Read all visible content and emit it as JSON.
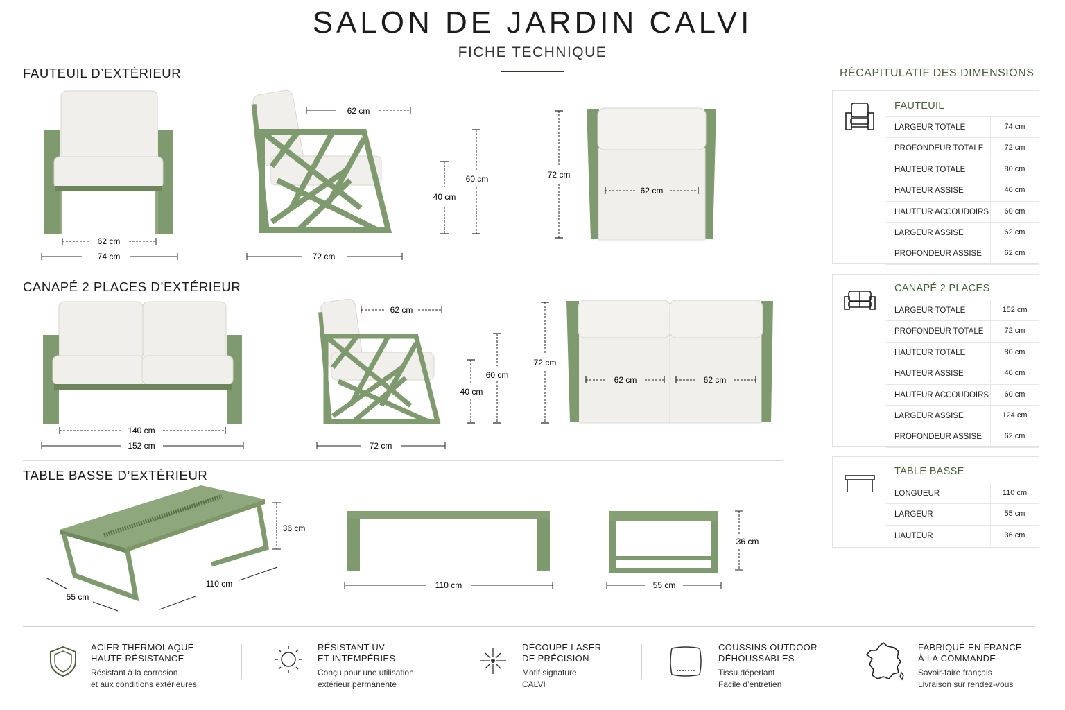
{
  "header": {
    "title": "SALON DE JARDIN CALVI",
    "subtitle": "FICHE TECHNIQUE"
  },
  "colors": {
    "frame": "#7f9a6e",
    "frame_dark": "#60774f",
    "cushion": "#f1efeb",
    "accent": "#4b5e3a"
  },
  "sections": {
    "fauteuil": {
      "title": "FAUTEUIL D’EXTÉRIEUR"
    },
    "canape": {
      "title": "CANAPÉ 2 PLACES D’EXTÉRIEUR"
    },
    "table": {
      "title": "TABLE BASSE D’EXTÉRIEUR"
    }
  },
  "dims": {
    "f_seat_w": "62 cm",
    "f_w": "74 cm",
    "f_side_seat": "62 cm",
    "f_side_depth": "72 cm",
    "f_seat_h": "40 cm",
    "f_arm_h": "60 cm",
    "f_top_depth": "72 cm",
    "f_top_seat": "62 cm",
    "c_seat_w": "140 cm",
    "c_w": "152 cm",
    "c_side_seat": "62 cm",
    "c_side_depth": "72 cm",
    "c_seat_h": "40 cm",
    "c_arm_h": "60 cm",
    "c_top_depth": "72 cm",
    "c_top_seat1": "62 cm",
    "c_top_seat2": "62 cm",
    "t_h": "36 cm",
    "t_len_iso": "110 cm",
    "t_w_iso": "55 cm",
    "t_len_front": "110 cm",
    "t_w_side": "55 cm",
    "t_h_side": "36 cm"
  },
  "recap": {
    "title": "RÉCAPITULATIF DES DIMENSIONS",
    "panels": [
      {
        "title": "FAUTEUIL",
        "icon": "armchair-icon",
        "rows": [
          {
            "label": "LARGEUR TOTALE",
            "value": "74 cm"
          },
          {
            "label": "PROFONDEUR TOTALE",
            "value": "72 cm"
          },
          {
            "label": "HAUTEUR TOTALE",
            "value": "80 cm"
          },
          {
            "label": "HAUTEUR ASSISE",
            "value": "40 cm"
          },
          {
            "label": "HAUTEUR ACCOUDOIRS",
            "value": "60 cm"
          },
          {
            "label": "LARGEUR ASSISE",
            "value": "62 cm"
          },
          {
            "label": "PROFONDEUR ASSISE",
            "value": "62 cm"
          }
        ]
      },
      {
        "title": "CANAPÉ 2 PLACES",
        "icon": "sofa-icon",
        "rows": [
          {
            "label": "LARGEUR TOTALE",
            "value": "152 cm"
          },
          {
            "label": "PROFONDEUR TOTALE",
            "value": "72 cm"
          },
          {
            "label": "HAUTEUR TOTALE",
            "value": "80 cm"
          },
          {
            "label": "HAUTEUR ASSISE",
            "value": "40 cm"
          },
          {
            "label": "HAUTEUR ACCOUDOIRS",
            "value": "60 cm"
          },
          {
            "label": "LARGEUR ASSISE",
            "value": "124 cm"
          },
          {
            "label": "PROFONDEUR ASSISE",
            "value": "62 cm"
          }
        ]
      },
      {
        "title": "TABLE BASSE",
        "icon": "coffee-table-icon",
        "rows": [
          {
            "label": "LONGUEUR",
            "value": "110 cm"
          },
          {
            "label": "LARGEUR",
            "value": "55 cm"
          },
          {
            "label": "HAUTEUR",
            "value": "36 cm"
          }
        ]
      }
    ]
  },
  "features": [
    {
      "icon": "shield-icon",
      "title1": "ACIER THERMOLAQUÉ",
      "title2": "HAUTE RÉSISTANCE",
      "desc1": "Résistant à la corrosion",
      "desc2": "et aux conditions extérieures"
    },
    {
      "icon": "sun-icon",
      "title1": "RÉSISTANT UV",
      "title2": "ET INTEMPÉRIES",
      "desc1": "Conçu pour une utilisation",
      "desc2": "extérieur permanente"
    },
    {
      "icon": "laser-icon",
      "title1": "DÉCOUPE LASER",
      "title2": "DE PRÉCISION",
      "desc1": "Motif signature",
      "desc2": "CALVI"
    },
    {
      "icon": "cushion-icon",
      "title1": "COUSSINS OUTDOOR",
      "title2": "DÉHOUSSABLES",
      "desc1": "Tissu déperlant",
      "desc2": "Facile d’entretien"
    },
    {
      "icon": "france-map-icon",
      "title1": "FABRIQUÉ EN FRANCE",
      "title2": "À LA COMMANDE",
      "desc1": "Savoir-faire français",
      "desc2": "Livraison sur rendez-vous"
    }
  ]
}
